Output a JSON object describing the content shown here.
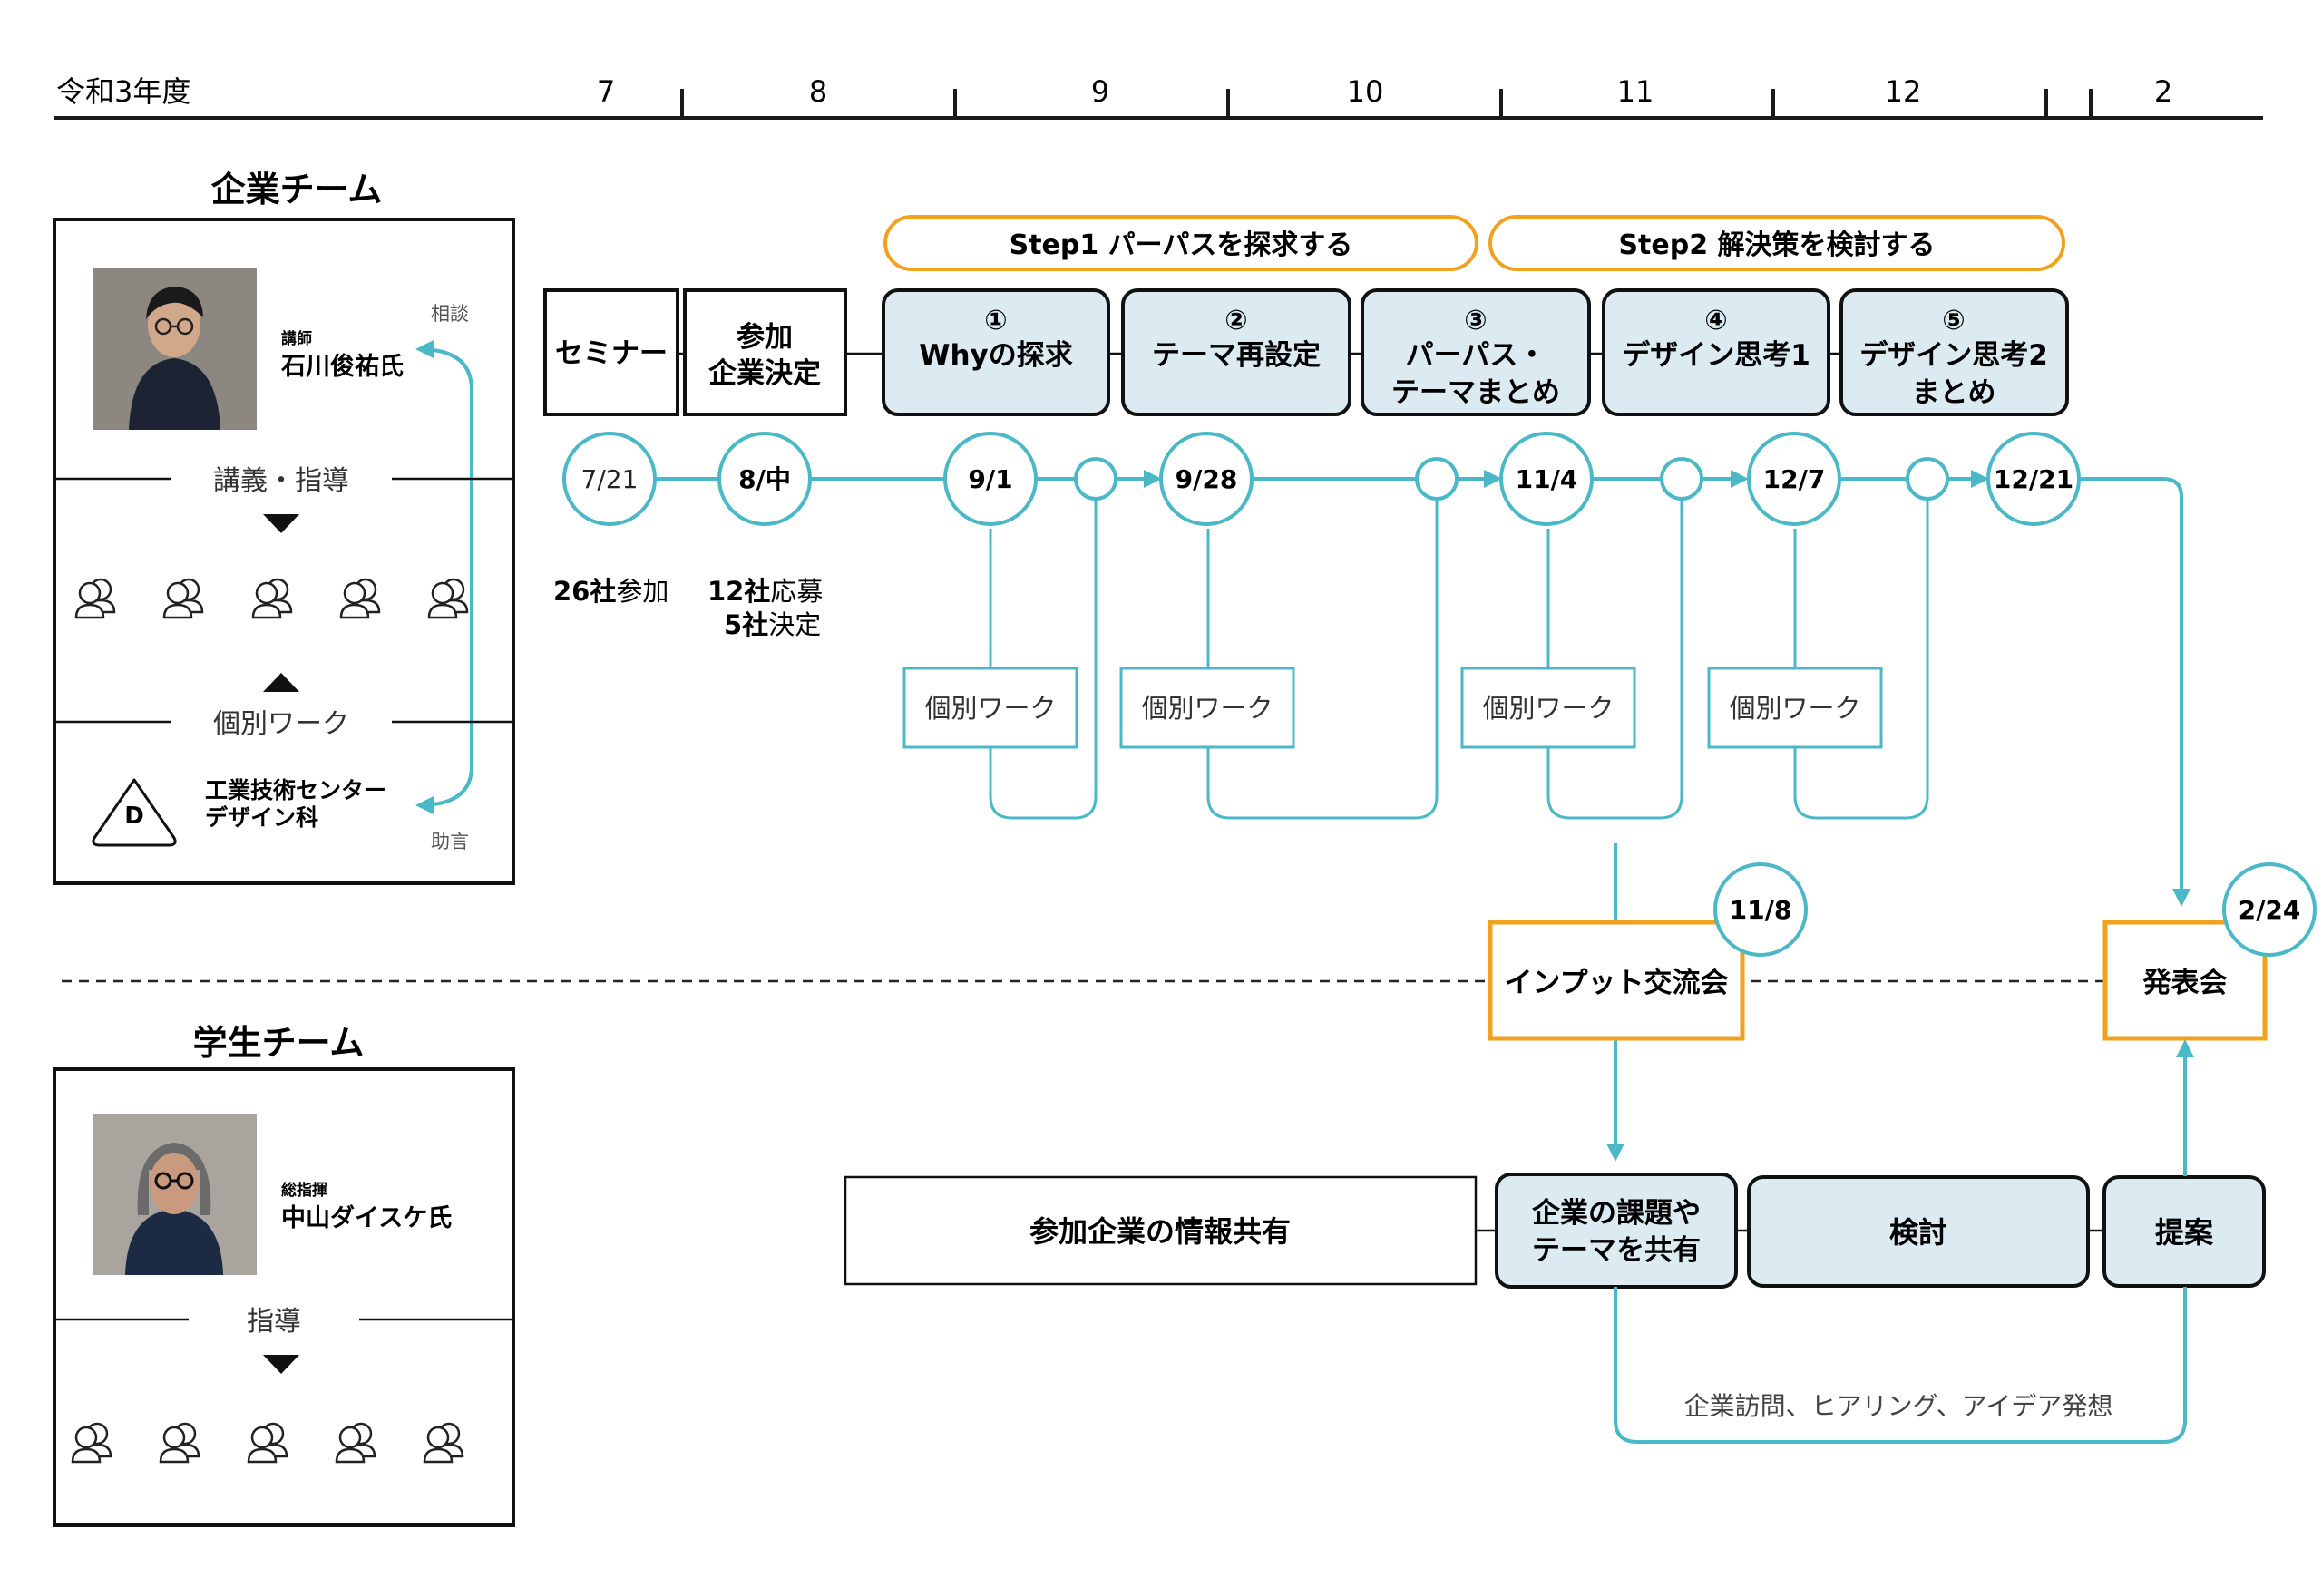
{
  "timeline": {
    "year_label": "令和3年度",
    "months": [
      "7",
      "8",
      "9",
      "10",
      "11",
      "12",
      "2"
    ]
  },
  "company_team": {
    "heading": "企業チーム",
    "lecturer_role": "講師",
    "lecturer_name": "石川俊祐氏",
    "consult_label": "相談",
    "advice_label": "助言",
    "lecture_label": "講義・指導",
    "work_label": "個別ワーク",
    "org_logo_letter": "D",
    "org_name_line1": "工業技術センター",
    "org_name_line2": "デザイン科"
  },
  "student_team": {
    "heading": "学生チーム",
    "director_role": "総指揮",
    "director_name": "中山ダイスケ氏",
    "guide_label": "指導"
  },
  "steps": {
    "step1": "Step1 パーパスを探求する",
    "step2": "Step2 解決策を検討する"
  },
  "phases": {
    "seminar": "セミナー",
    "join_line1": "参加",
    "join_line2": "企業決定",
    "p1_num": "①",
    "p1_l1": "Whyの探求",
    "p2_num": "②",
    "p2_l1": "テーマ再設定",
    "p3_num": "③",
    "p3_l1": "パーパス・",
    "p3_l2": "テーマまとめ",
    "p4_num": "④",
    "p4_l1": "デザイン思考1",
    "p5_num": "⑤",
    "p5_l1": "デザイン思考2",
    "p5_l2": "まとめ"
  },
  "dates": {
    "d1": "7/21",
    "d2": "8/中",
    "d3": "9/1",
    "d4": "9/28",
    "d5": "11/4",
    "d6": "12/7",
    "d7": "12/21",
    "d8": "11/8",
    "d9": "2/24"
  },
  "notes": {
    "n1_bold": "26社",
    "n1_rest": "参加",
    "n2_bold": "12社",
    "n2_rest": "応募",
    "n3_bold": "5社",
    "n3_rest": "決定"
  },
  "work_label": "個別ワーク",
  "events": {
    "input_exchange": "インプット交流会",
    "presentation": "発表会"
  },
  "student_flow": {
    "share_info": "参加企業の情報共有",
    "share_issue_l1": "企業の課題や",
    "share_issue_l2": "テーマを共有",
    "review": "検討",
    "proposal": "提案",
    "activities": "企業訪問、ヒアリング、アイデア発想"
  },
  "colors": {
    "teal": "#4ab8c6",
    "orange": "#f0a11e",
    "box_fill": "#dcebf1"
  }
}
